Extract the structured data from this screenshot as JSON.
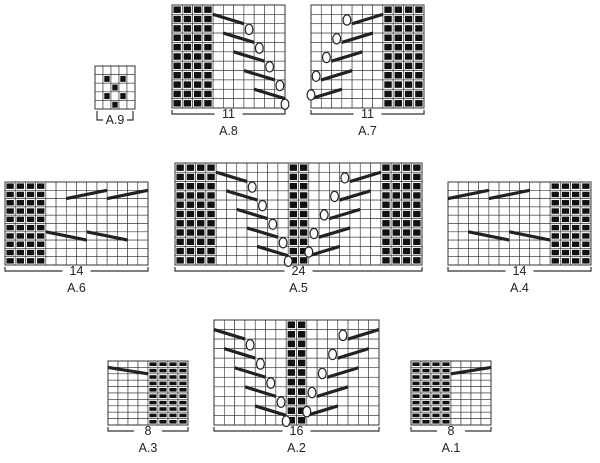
{
  "diagrams": [
    {
      "id": "A.9",
      "title": "A.9",
      "width_label": "",
      "cols": 5,
      "rows": 5,
      "stitch_count": null,
      "filled": [
        [
          1,
          1
        ],
        [
          3,
          1
        ],
        [
          2,
          2
        ],
        [
          1,
          3
        ],
        [
          3,
          3
        ],
        [
          2,
          4
        ]
      ],
      "bracket": "short",
      "strokes": [],
      "yos": []
    },
    {
      "id": "A.8",
      "title": "A.8",
      "width_label": "11",
      "cols": 11,
      "rows": 11,
      "stitch_count": 11,
      "filled": "cols:0-3",
      "bracket": "full",
      "strokes": [
        [
          4,
          1,
          7,
          2
        ],
        [
          5,
          3,
          8,
          4
        ],
        [
          6,
          5,
          9,
          6
        ],
        [
          7,
          7,
          10,
          8
        ],
        [
          8,
          9,
          11,
          10
        ]
      ],
      "yos": [
        [
          7.5,
          2.6
        ],
        [
          8.5,
          4.6
        ],
        [
          9.5,
          6.6
        ],
        [
          10.5,
          8.6
        ],
        [
          11,
          10.6
        ]
      ]
    },
    {
      "id": "A.7",
      "title": "A.7",
      "width_label": "11",
      "cols": 11,
      "rows": 11,
      "stitch_count": 11,
      "filled": "cols:7-10",
      "bracket": "full",
      "strokes": [
        [
          4,
          2,
          7,
          1
        ],
        [
          3,
          4,
          6,
          3
        ],
        [
          2,
          6,
          5,
          5
        ],
        [
          1,
          8,
          4,
          7
        ],
        [
          0,
          10,
          3,
          9
        ]
      ],
      "yos": [
        [
          3.5,
          1.6
        ],
        [
          2.5,
          3.6
        ],
        [
          1.5,
          5.6
        ],
        [
          0.5,
          7.6
        ],
        [
          0,
          9.6
        ]
      ]
    },
    {
      "id": "A.6",
      "title": "A.6",
      "width_label": "14",
      "cols": 14,
      "rows": 10,
      "stitch_count": 14,
      "filled": "cols:0-3",
      "bracket": "full",
      "strokes": [
        [
          6,
          2,
          10,
          1
        ],
        [
          10,
          2,
          14,
          1
        ],
        [
          4,
          6,
          8,
          7
        ],
        [
          8,
          6,
          12,
          7
        ]
      ],
      "yos": []
    },
    {
      "id": "A.5",
      "title": "A.5",
      "width_label": "24",
      "cols": 24,
      "rows": 11,
      "stitch_count": 24,
      "filled": "cols:0-3,11-12,20-23",
      "bracket": "full",
      "strokes": [
        [
          4,
          1,
          7,
          2
        ],
        [
          5,
          3,
          8,
          4
        ],
        [
          6,
          5,
          9,
          6
        ],
        [
          7,
          7,
          10,
          8
        ],
        [
          8,
          9,
          11,
          10
        ],
        [
          17,
          2,
          20,
          1
        ],
        [
          16,
          4,
          19,
          3
        ],
        [
          15,
          6,
          18,
          5
        ],
        [
          14,
          8,
          17,
          7
        ],
        [
          13,
          10,
          16,
          9
        ]
      ],
      "yos": [
        [
          7.5,
          2.6
        ],
        [
          8.5,
          4.6
        ],
        [
          9.5,
          6.6
        ],
        [
          10.5,
          8.6
        ],
        [
          11,
          10.6
        ],
        [
          16.5,
          1.6
        ],
        [
          15.5,
          3.6
        ],
        [
          14.5,
          5.6
        ],
        [
          13.5,
          7.6
        ],
        [
          13,
          9.6
        ]
      ]
    },
    {
      "id": "A.4",
      "title": "A.4",
      "width_label": "14",
      "cols": 14,
      "rows": 10,
      "stitch_count": 14,
      "filled": "cols:10-13",
      "bracket": "full",
      "strokes": [
        [
          0,
          2,
          4,
          1
        ],
        [
          4,
          2,
          8,
          1
        ],
        [
          2,
          6,
          6,
          7
        ],
        [
          6,
          6,
          10,
          7
        ]
      ],
      "yos": []
    },
    {
      "id": "A.3",
      "title": "A.3",
      "width_label": "8",
      "cols": 8,
      "rows": 10,
      "stitch_count": 8,
      "filled": "cols:4-7",
      "bracket": "full",
      "strokes": [
        [
          0,
          1,
          4,
          2
        ]
      ],
      "yos": []
    },
    {
      "id": "A.2",
      "title": "A.2",
      "width_label": "16",
      "cols": 16,
      "rows": 11,
      "stitch_count": 16,
      "filled": "cols:7-8",
      "bracket": "full",
      "strokes": [
        [
          0,
          1,
          3,
          2
        ],
        [
          1,
          3,
          4,
          4
        ],
        [
          2,
          5,
          5,
          6
        ],
        [
          3,
          7,
          6,
          8
        ],
        [
          4,
          9,
          7,
          10
        ],
        [
          13,
          2,
          16,
          1
        ],
        [
          12,
          4,
          15,
          3
        ],
        [
          11,
          6,
          14,
          5
        ],
        [
          10,
          8,
          13,
          7
        ],
        [
          9,
          10,
          12,
          9
        ]
      ],
      "yos": [
        [
          3.5,
          2.6
        ],
        [
          4.5,
          4.6
        ],
        [
          5.5,
          6.6
        ],
        [
          6.5,
          8.6
        ],
        [
          7,
          10.6
        ],
        [
          12.5,
          1.6
        ],
        [
          11.5,
          3.6
        ],
        [
          10.5,
          5.6
        ],
        [
          9.5,
          7.6
        ],
        [
          9,
          9.6
        ]
      ]
    },
    {
      "id": "A.1",
      "title": "A.1",
      "width_label": "8",
      "cols": 8,
      "rows": 10,
      "stitch_count": 8,
      "filled": "cols:0-3",
      "bracket": "full",
      "strokes": [
        [
          4,
          2,
          8,
          1
        ]
      ],
      "yos": []
    }
  ],
  "colors": {
    "grid": "#333333",
    "fill": "#111111",
    "stroke": "#222222"
  }
}
